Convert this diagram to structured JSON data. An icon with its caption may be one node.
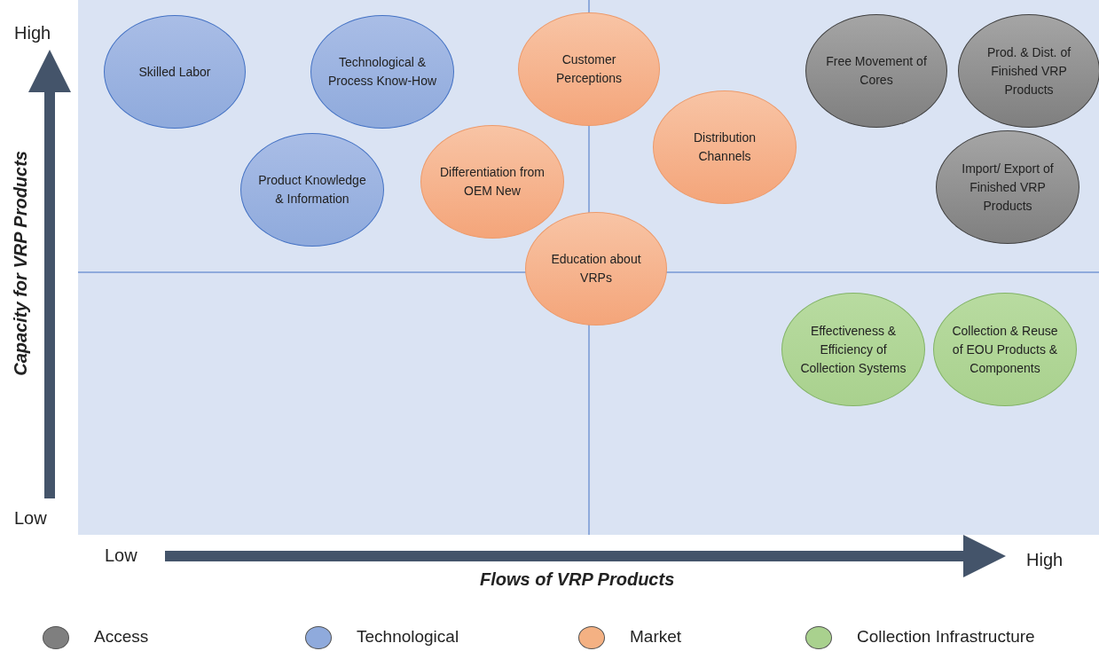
{
  "diagram": {
    "nodes": [
      {
        "text": [
          "Skilled Labor"
        ]
      },
      {
        "text": [
          "Technological & Process Know-How"
        ]
      },
      {
        "text": [
          "Customer Perceptions"
        ]
      },
      {
        "text": [
          "Free Movement of Cores"
        ]
      },
      {
        "text": [
          "Prod. & Dist. of Finished VRP Products"
        ]
      },
      {
        "text": [
          "Product Knowledge & Information"
        ]
      },
      {
        "text": [
          "Differentiation from OEM New"
        ]
      },
      {
        "text": [
          "Distribution Channels"
        ]
      },
      {
        "text": [
          "Import/ Export of Finished VRP Products"
        ]
      },
      {
        "text": [
          "Education about VRPs"
        ]
      },
      {
        "text": [
          "Effectiveness & Efficiency of Collection Systems"
        ]
      },
      {
        "text": [
          "Collection & Reuse of EOU Products & Components"
        ]
      }
    ],
    "labels": [
      "High",
      "Capacity for VRP Products",
      "Low",
      "Low",
      "High",
      "Flows of VRP Products"
    ],
    "legend": [
      {
        "text": "Access",
        "color": "#7f7f7f"
      },
      {
        "text": "Technological",
        "color": "#8faadc"
      },
      {
        "text": "Market",
        "color": "#f4b183"
      },
      {
        "text": "Collection Infrastructure",
        "color": "#a9d18e"
      }
    ]
  }
}
